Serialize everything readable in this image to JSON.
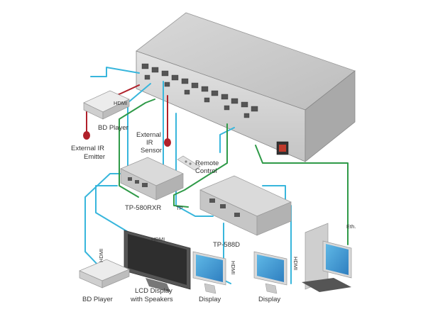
{
  "labels": {
    "bd_player_top": "BD Player",
    "hdmi_top": "HDMI",
    "external_ir_emitter_1": "External IR",
    "external_ir_emitter_2": "Emitter",
    "external_ir_sensor_1": "External",
    "external_ir_sensor_2": "IR",
    "external_ir_sensor_3": "Sensor",
    "remote_control_1": "Remote",
    "remote_control_2": "Control",
    "tp580rxr": "TP-580RXR",
    "tp588d": "TP-588D",
    "tp": "TP",
    "eth": "Eth.",
    "hdmi_left": "HDMI",
    "hdmi_lcd": "HDMI",
    "hdmi_display1": "HDMI",
    "hdmi_display2": "HDMI",
    "bd_player_bottom": "BD Player",
    "lcd_display_1": "LCD Display",
    "lcd_display_2": "with Speakers",
    "display_1": "Display",
    "display_2": "Display"
  },
  "colors": {
    "hdmi_cable": "#38b6dc",
    "tp_cable": "#2f9a48",
    "ir_cable": "#b0202a",
    "device_body": "#c8c8c8"
  }
}
